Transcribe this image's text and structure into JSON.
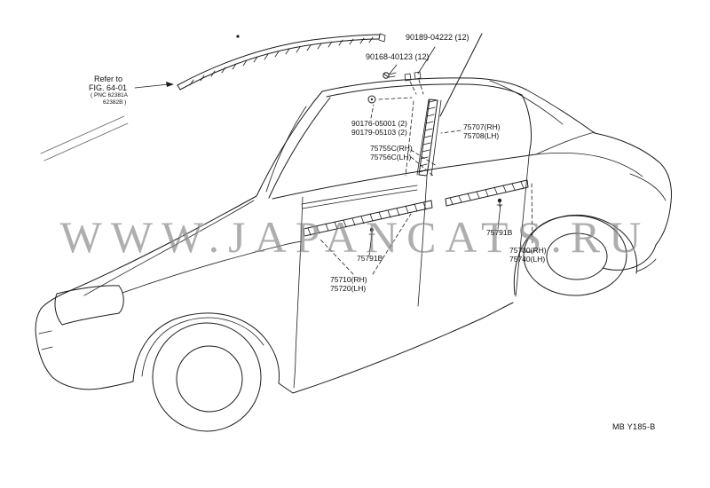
{
  "diagram": {
    "watermark_text": "WWW.JAPANCATS.RU",
    "figure_code": "MB Y185-B",
    "refer_note": {
      "line1": "Refer to",
      "line2": "FIG. 64-01",
      "line3": "( PNC 62381A",
      "line4": "62382B )"
    },
    "labels": {
      "clip_roof_qty": "90189-04222 (12)",
      "screw_qty": "90168-40123 (12)",
      "grommet_a": "90176-05001 (2)",
      "grommet_b": "90179-05103 (2)",
      "pillar_moulding_rh": "75707(RH)",
      "pillar_moulding_lh": "75708(LH)",
      "belt_moulding_rh": "75755C(RH)",
      "belt_moulding_lh": "75756C(LH)",
      "clip_rear": "75791B",
      "rear_door_moulding_rh": "75730(RH)",
      "rear_door_moulding_lh": "75740(LH)",
      "clip_front": "75791B",
      "front_door_moulding_rh": "75710(RH)",
      "front_door_moulding_lh": "75720(LH)"
    },
    "colors": {
      "line": "#1c1c1c",
      "highlight_red": "#e3211c",
      "watermark_gray": "#6c6c6c"
    }
  }
}
